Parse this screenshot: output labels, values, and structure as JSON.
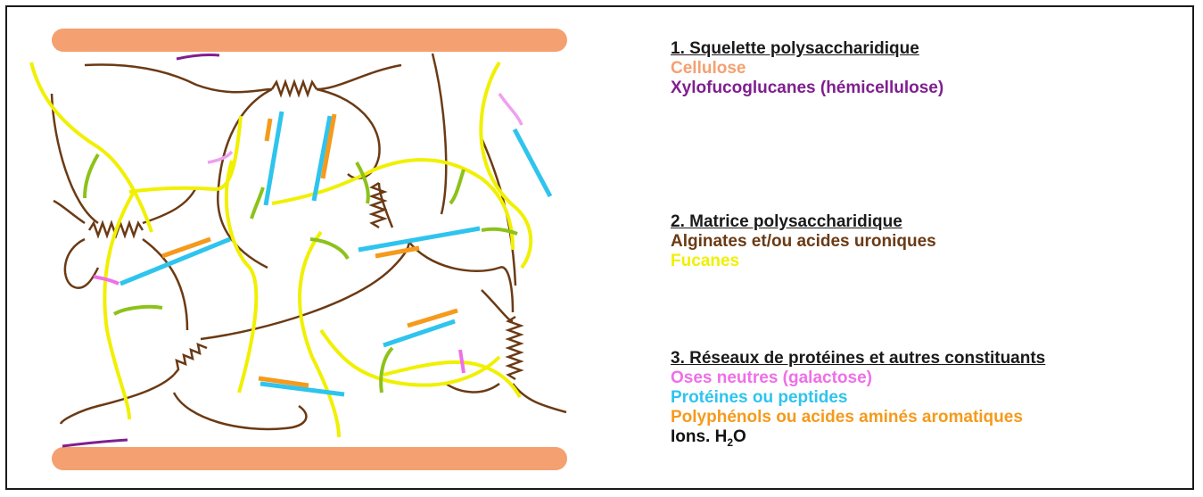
{
  "legend": {
    "section1": {
      "heading": "1. Squelette polysaccharidique",
      "items": [
        "Cellulose",
        "Xylofucoglucanes (hémicellulose)"
      ]
    },
    "section2": {
      "heading": "2. Matrice polysaccharidique",
      "items": [
        "Alginates et/ou acides uroniques",
        "Fucanes"
      ]
    },
    "section3": {
      "heading": "3. Réseaux de protéines et autres constituants",
      "items": [
        "Oses neutres (galactose)",
        "Protéines ou peptides",
        "Polyphénols ou acides aminés aromatiques"
      ],
      "ions_prefix": "Ions. H",
      "ions_sub": "2",
      "ions_suffix": "O"
    }
  },
  "colors": {
    "cellulose": "#f4a070",
    "xylofucoglucanes": "#7f1f8f",
    "alginates": "#6b3a14",
    "fucanes": "#f0f000",
    "oses_neutres": "#ef6fe8",
    "proteines": "#2ec4ee",
    "polyphenols": "#f59a1c",
    "ions": "#111111",
    "green_links": "#8cc21a"
  }
}
